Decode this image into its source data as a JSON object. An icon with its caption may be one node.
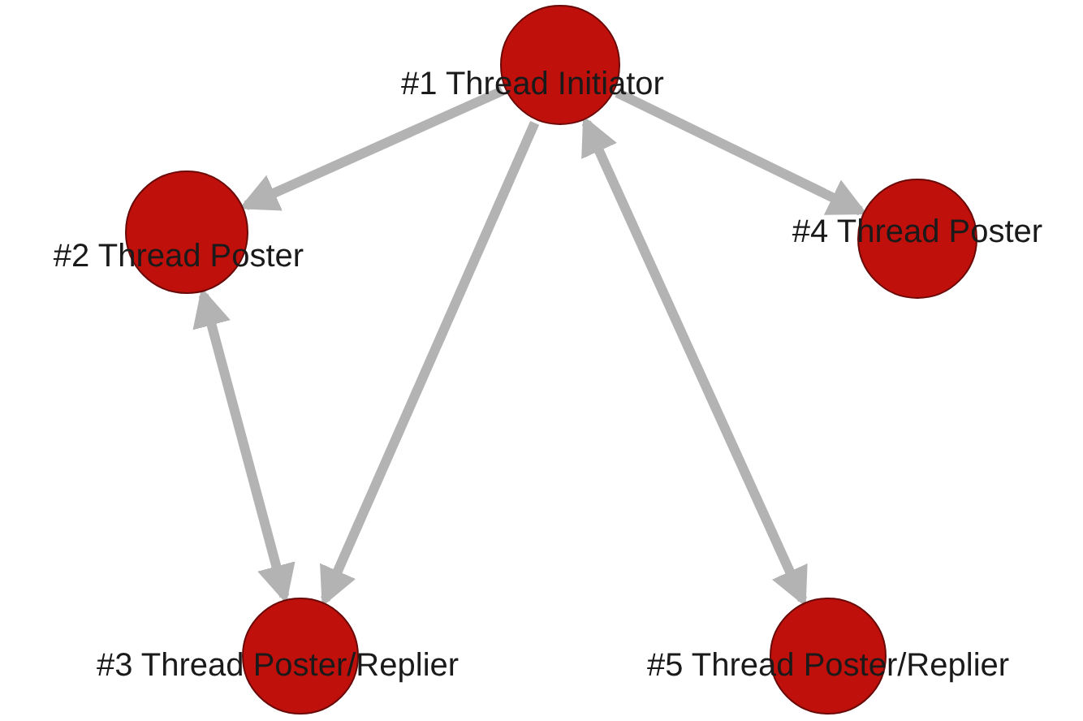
{
  "diagram": {
    "nodes": [
      {
        "text": [
          "#1 Thread Initiator"
        ]
      },
      {
        "text": [
          "#2 Thread Poster"
        ]
      },
      {
        "text": [
          "#3 Thread Poster/Replier"
        ]
      },
      {
        "text": [
          "#4 Thread Poster"
        ]
      },
      {
        "text": [
          "#5 Thread Poster/Replier"
        ]
      }
    ],
    "edges": [
      {
        "from": 0,
        "to": 1,
        "arrow": "to"
      },
      {
        "from": 0,
        "to": 2,
        "arrow": "to"
      },
      {
        "from": 0,
        "to": 3,
        "arrow": "to"
      },
      {
        "from": 0,
        "to": 4,
        "arrow": "both"
      },
      {
        "from": 1,
        "to": 2,
        "arrow": "both"
      }
    ]
  }
}
